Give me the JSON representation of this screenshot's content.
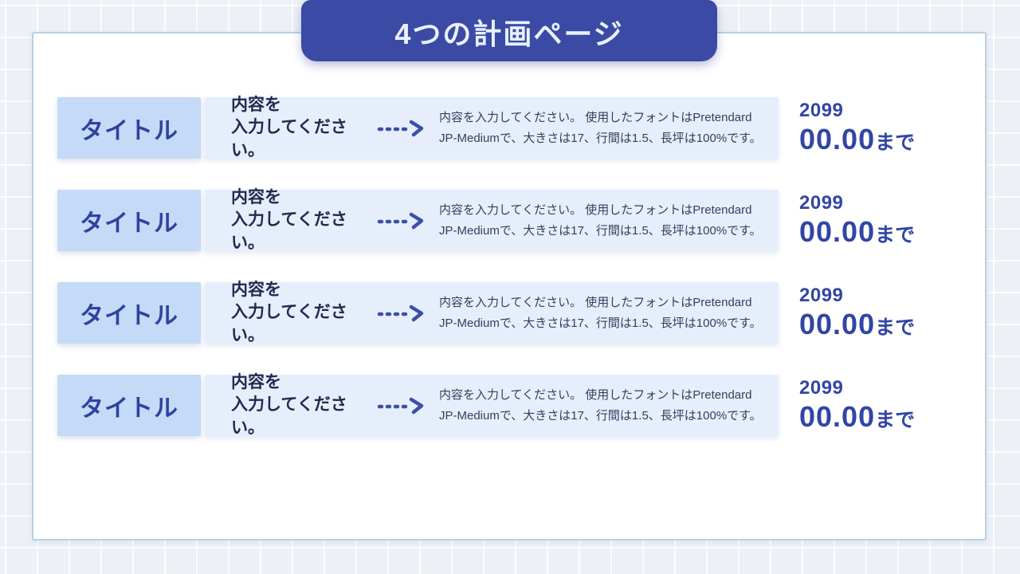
{
  "header": {
    "title": "4つの計画ページ"
  },
  "colors": {
    "page_bg": "#edf1f6",
    "grid_line": "#fafcfe",
    "card_bg": "#ffffff",
    "card_border": "#b7cfe4",
    "banner_bg": "#3b4aa4",
    "banner_text": "#e8f1fd",
    "title_box_bg": "#c5daf6",
    "title_box_text": "#2e42a0",
    "content_box_bg": "#e6eefb",
    "content_heading_text": "#212a4e",
    "content_body_text": "#363e5e",
    "arrow": "#3c4fa8",
    "deadline_text": "#3245a5"
  },
  "rows": [
    {
      "title": "タイトル",
      "heading_line1": "内容を",
      "heading_line2": "入力してください。",
      "body": "内容を入力してください。 使用したフォントはPretendard JP-Mediumで、大きさは17、行間は1.5、長坪は100%です。",
      "deadline_year": "2099",
      "deadline_time": "00.00",
      "deadline_suffix": "まで"
    },
    {
      "title": "タイトル",
      "heading_line1": "内容を",
      "heading_line2": "入力してください。",
      "body": "内容を入力してください。 使用したフォントはPretendard JP-Mediumで、大きさは17、行間は1.5、長坪は100%です。",
      "deadline_year": "2099",
      "deadline_time": "00.00",
      "deadline_suffix": "まで"
    },
    {
      "title": "タイトル",
      "heading_line1": "内容を",
      "heading_line2": "入力してください。",
      "body": "内容を入力してください。 使用したフォントはPretendard JP-Mediumで、大きさは17、行間は1.5、長坪は100%です。",
      "deadline_year": "2099",
      "deadline_time": "00.00",
      "deadline_suffix": "まで"
    },
    {
      "title": "タイトル",
      "heading_line1": "内容を",
      "heading_line2": "入力してください。",
      "body": "内容を入力してください。 使用したフォントはPretendard JP-Mediumで、大きさは17、行間は1.5、長坪は100%です。",
      "deadline_year": "2099",
      "deadline_time": "00.00",
      "deadline_suffix": "まで"
    }
  ]
}
